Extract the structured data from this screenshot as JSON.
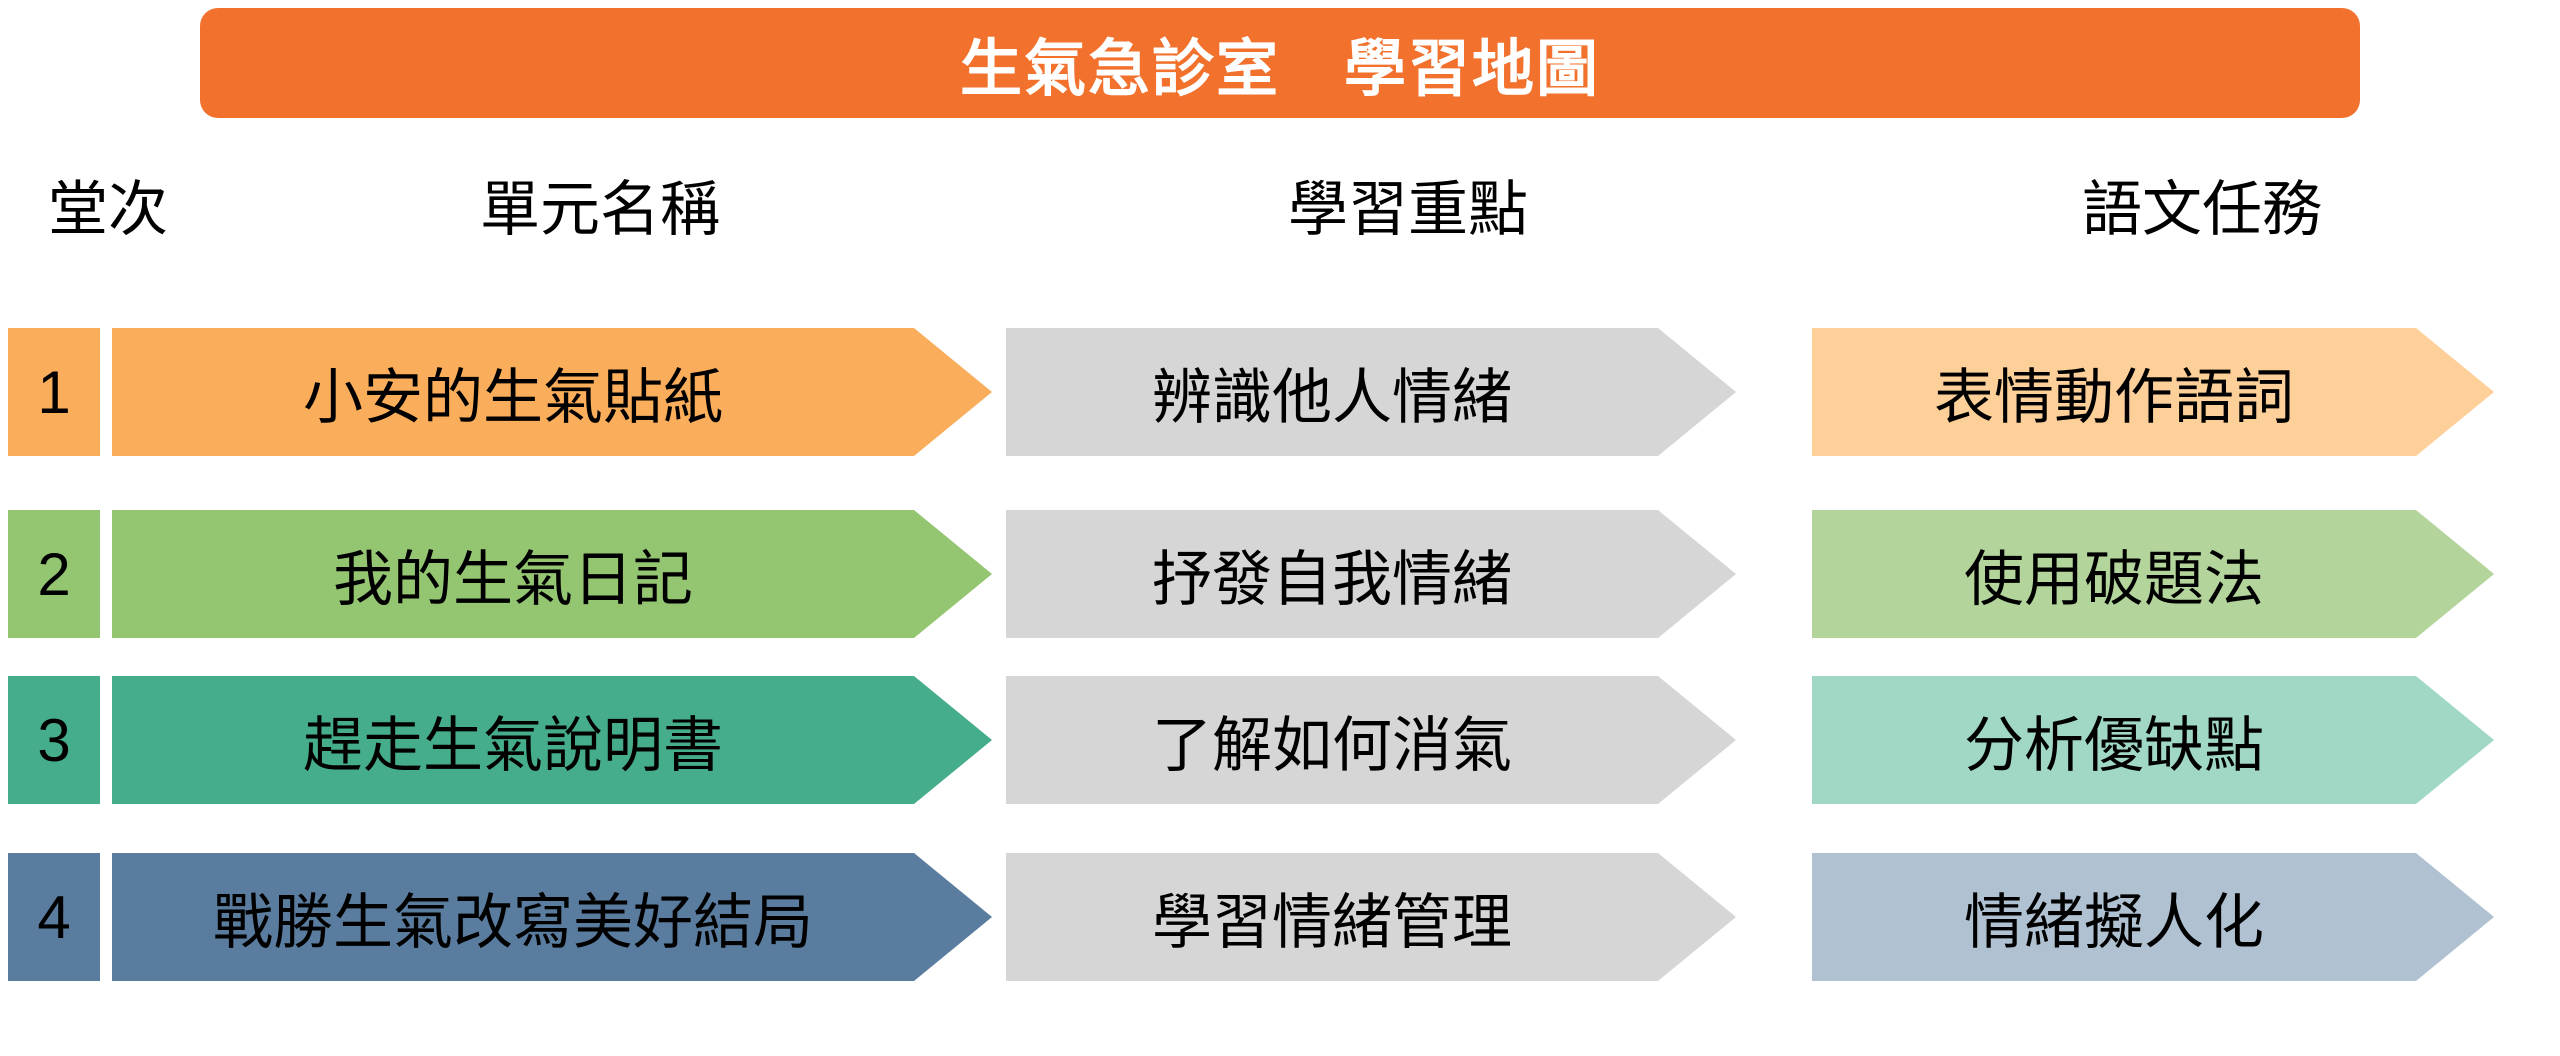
{
  "title": "生氣急診室　學習地圖",
  "columns": {
    "session": "堂次",
    "unit": "單元名稱",
    "focus": "學習重點",
    "task": "語文任務"
  },
  "rows": [
    {
      "num": "1",
      "unit": "小安的生氣貼紙",
      "focus": "辨識他人情緒",
      "task": "表情動作語詞",
      "color": "#FAAD5A",
      "light": "#FDD09A"
    },
    {
      "num": "2",
      "unit": "我的生氣日記",
      "focus": "抒發自我情緒",
      "task": "使用破題法",
      "color": "#94C571",
      "light": "#B3D49B"
    },
    {
      "num": "3",
      "unit": "趕走生氣說明書",
      "focus": "了解如何消氣",
      "task": "分析優缺點",
      "color": "#45AD8C",
      "light": "#A0D8C5"
    },
    {
      "num": "4",
      "unit": "戰勝生氣改寫美好結局",
      "focus": "學習情緒管理",
      "task": "情緒擬人化",
      "color": "#5A7C9E",
      "light": "#B0C2D2"
    }
  ],
  "colors": {
    "title_bg": "#F1712D",
    "gray_arrow": "#D6D6D6",
    "background": "#FFFFFF",
    "title_text": "#FFFFFF",
    "body_text": "#000000"
  }
}
